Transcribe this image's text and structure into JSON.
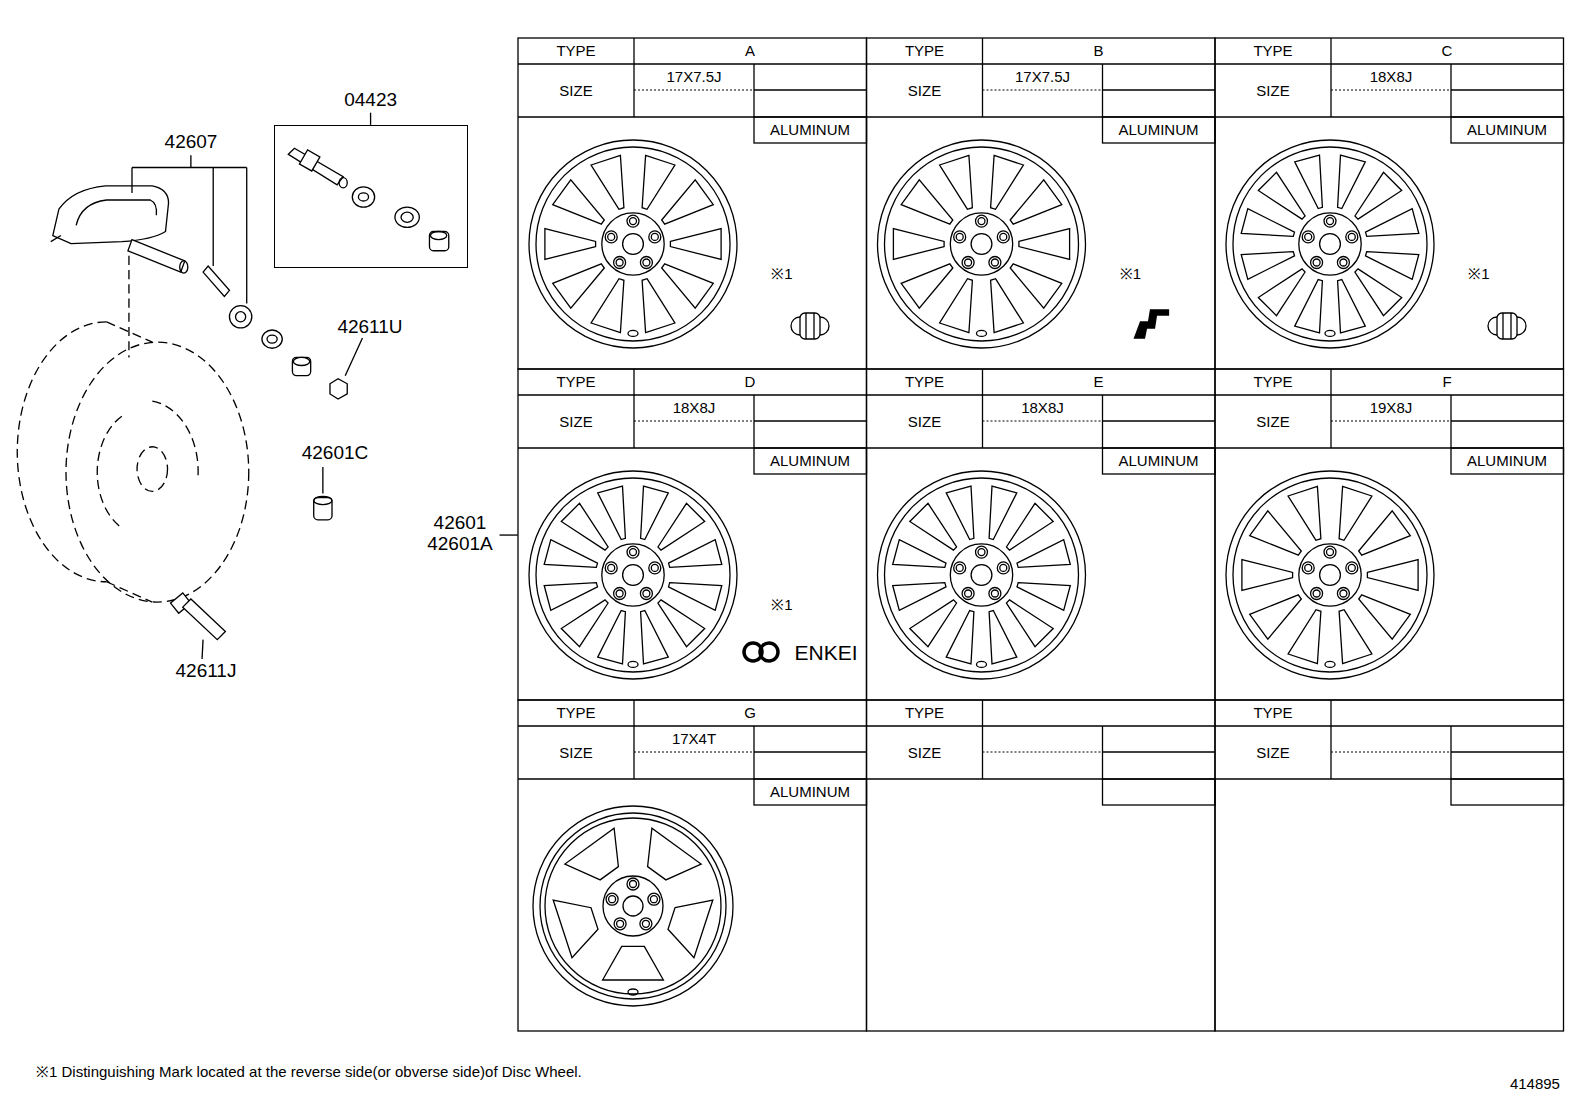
{
  "diagram": {
    "nodes": [
      {
        "text": [
          "04423"
        ]
      }
    ],
    "labels": [
      "42607",
      "42611U",
      "42601C",
      "42611J",
      "42601",
      "42601A",
      "TYPE",
      "A",
      "SIZE",
      "17X7.5J",
      "ALUMINUM",
      "※1",
      "TYPE",
      "B",
      "SIZE",
      "17X7.5J",
      "ALUMINUM",
      "※1",
      "TYPE",
      "C",
      "SIZE",
      "18X8J",
      "ALUMINUM",
      "※1",
      "TYPE",
      "D",
      "SIZE",
      "18X8J",
      "ALUMINUM",
      "※1",
      "ENKEI",
      "TYPE",
      "E",
      "SIZE",
      "18X8J",
      "ALUMINUM",
      "TYPE",
      "F",
      "SIZE",
      "19X8J",
      "ALUMINUM",
      "TYPE",
      "G",
      "SIZE",
      "17X4T",
      "ALUMINUM",
      "TYPE",
      "SIZE",
      "TYPE",
      "SIZE",
      "※1 Distinguishing Mark located at the reverse side(or obverse side)of Disc Wheel.",
      "414895"
    ]
  }
}
